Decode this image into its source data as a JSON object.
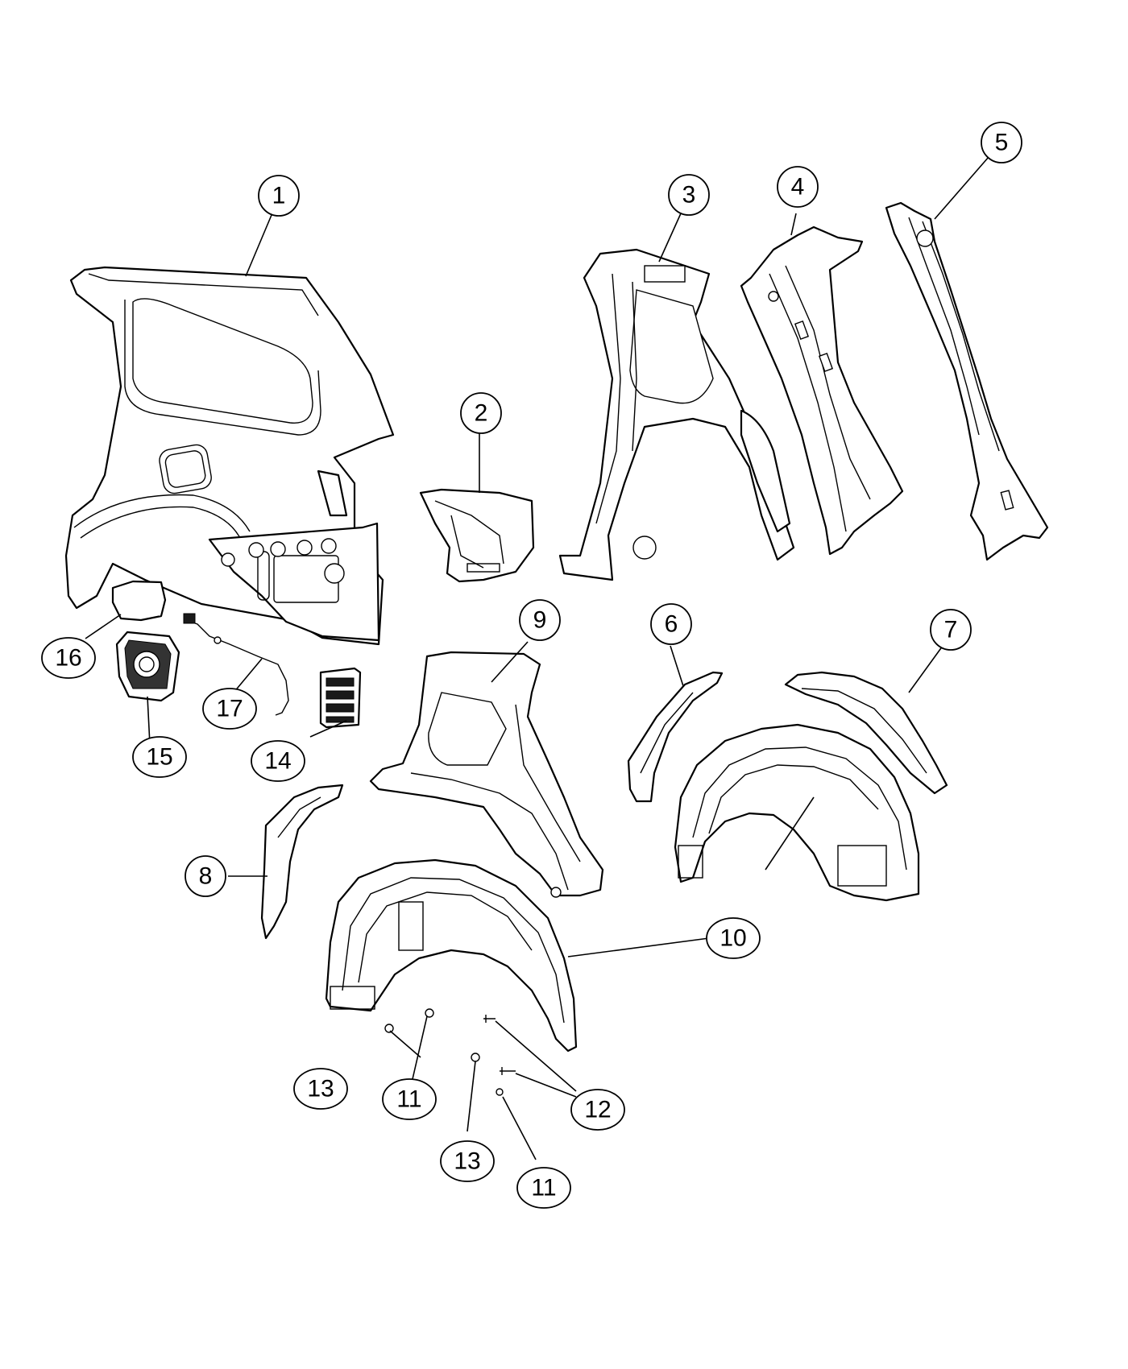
{
  "callouts": [
    {
      "id": "c1",
      "label": "1"
    },
    {
      "id": "c2",
      "label": "2"
    },
    {
      "id": "c3",
      "label": "3"
    },
    {
      "id": "c4",
      "label": "4"
    },
    {
      "id": "c5",
      "label": "5"
    },
    {
      "id": "c6",
      "label": "6"
    },
    {
      "id": "c7",
      "label": "7"
    },
    {
      "id": "c8",
      "label": "8"
    },
    {
      "id": "c9",
      "label": "9"
    },
    {
      "id": "c10",
      "label": "10"
    },
    {
      "id": "c11a",
      "label": "11"
    },
    {
      "id": "c11b",
      "label": "11"
    },
    {
      "id": "c12",
      "label": "12"
    },
    {
      "id": "c13a",
      "label": "13"
    },
    {
      "id": "c13b",
      "label": "13"
    },
    {
      "id": "c14",
      "label": "14"
    },
    {
      "id": "c15",
      "label": "15"
    },
    {
      "id": "c16",
      "label": "16"
    },
    {
      "id": "c17",
      "label": "17"
    }
  ],
  "colors": {
    "line": "#000000",
    "background": "#ffffff"
  }
}
